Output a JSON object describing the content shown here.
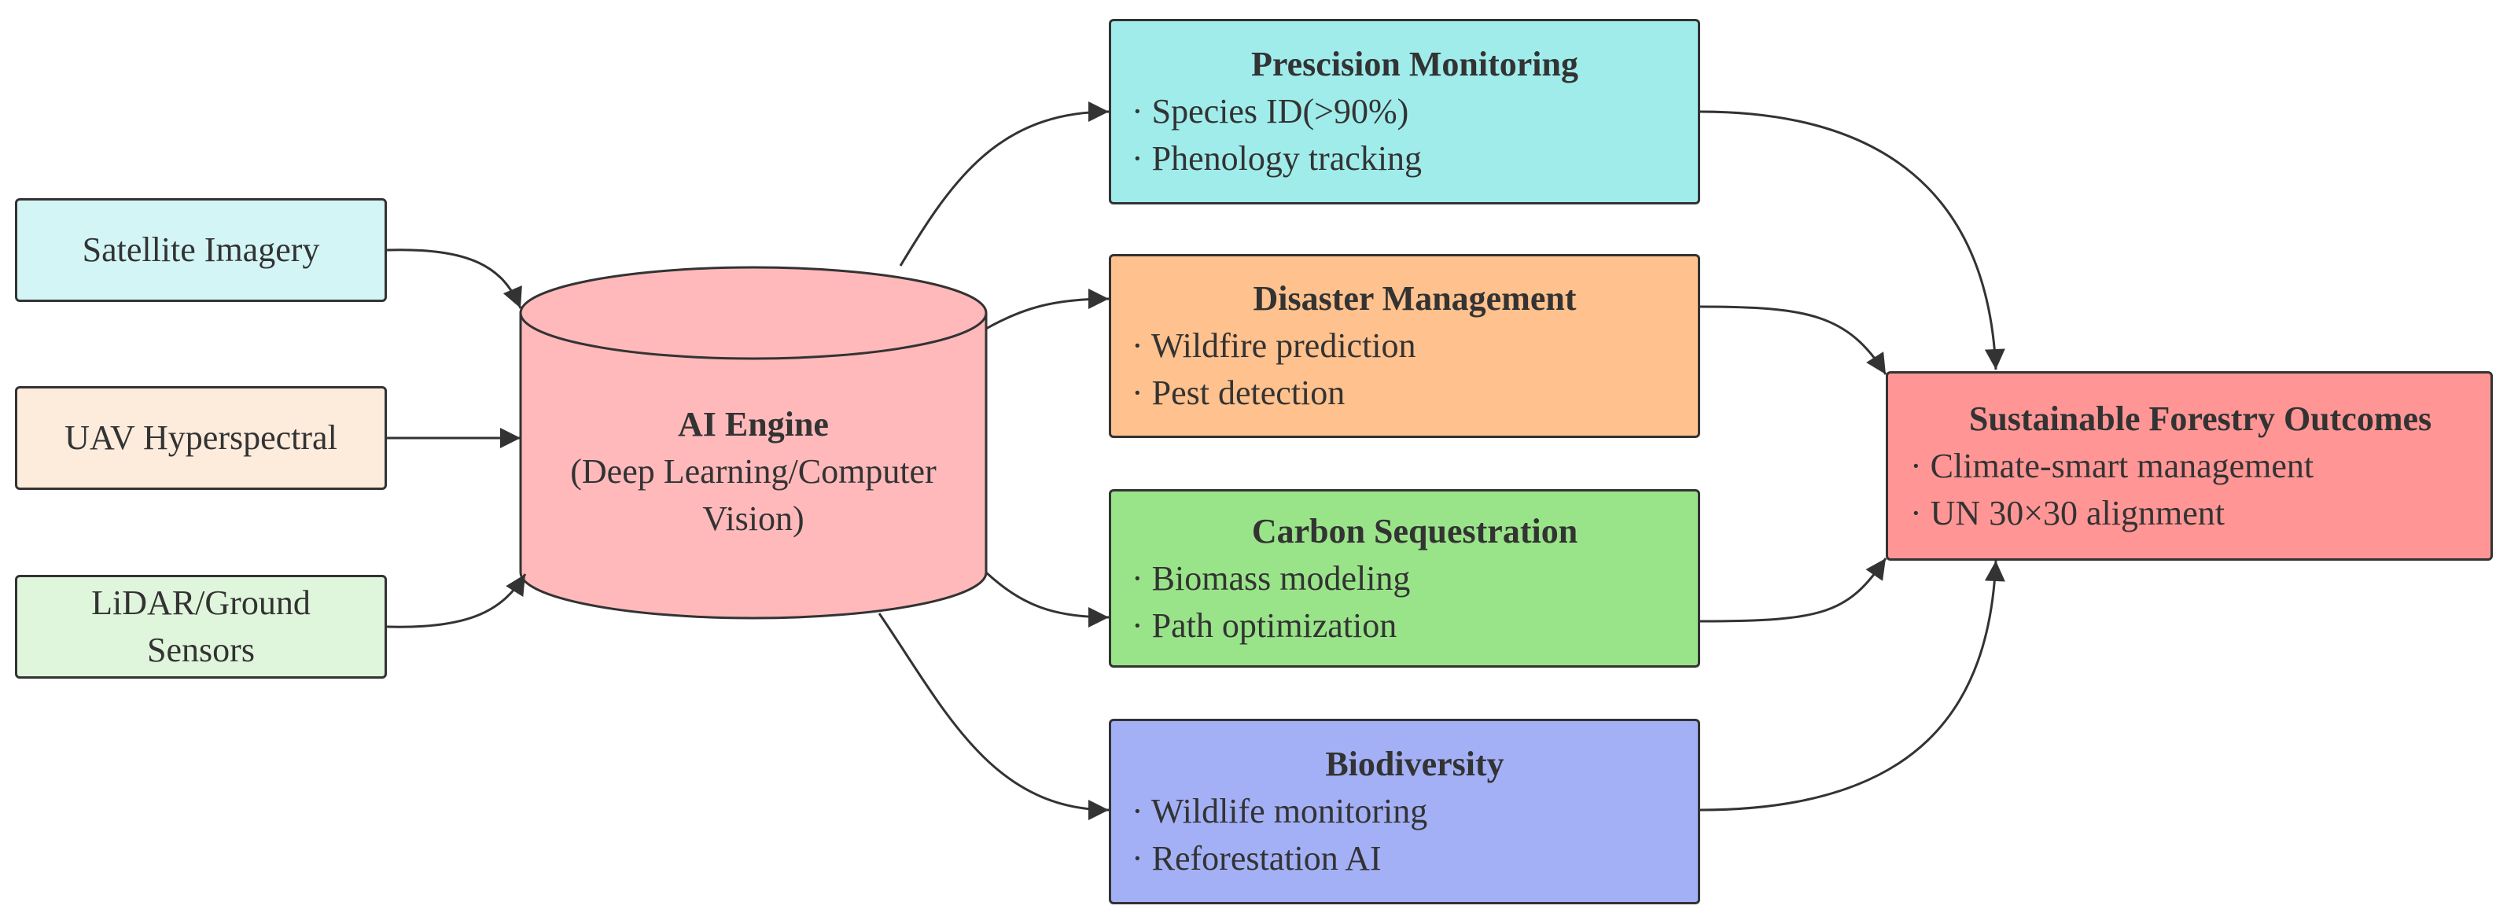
{
  "diagram": {
    "colors": {
      "stroke": "#333333",
      "satellite": "#d4f5f6",
      "uav": "#fdebdc",
      "lidar": "#e0f6dc",
      "engine": "#ffb9bb",
      "precision": "#9feceb",
      "disaster": "#ffc18d",
      "carbon": "#99e489",
      "biodiversity": "#a3b0f5",
      "outcomes": "#ff9695"
    },
    "inputs": {
      "satellite": [
        "Satellite Imagery"
      ],
      "uav": [
        "UAV Hyperspectral"
      ],
      "lidar": [
        "LiDAR/Ground",
        "Sensors"
      ]
    },
    "engine": {
      "title": "AI Engine",
      "subtitle_lines": [
        "(Deep Learning/Computer",
        "Vision)"
      ]
    },
    "applications": {
      "precision": {
        "title": "Prescision Monitoring",
        "items": [
          "· Species ID(>90%)",
          "· Phenology tracking"
        ]
      },
      "disaster": {
        "title": "Disaster Management",
        "items": [
          "· Wildfire prediction",
          "· Pest detection"
        ]
      },
      "carbon": {
        "title": "Carbon Sequestration",
        "items": [
          "· Biomass modeling",
          "· Path optimization"
        ]
      },
      "biodiversity": {
        "title": "Biodiversity",
        "items": [
          "· Wildlife monitoring",
          "· Reforestation AI"
        ]
      }
    },
    "outcomes": {
      "title": "Sustainable Forestry Outcomes",
      "items": [
        "· Climate-smart management",
        "· UN 30×30 alignment"
      ]
    }
  }
}
